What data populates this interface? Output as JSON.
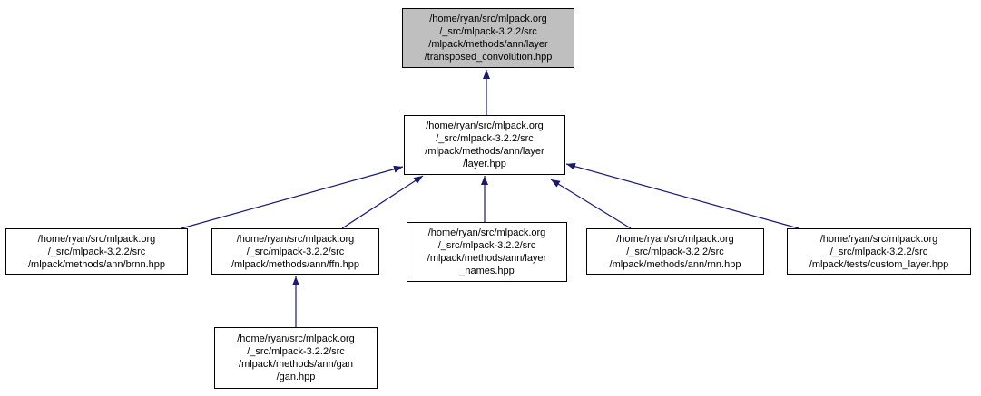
{
  "graph": {
    "edge_color": "#191970",
    "node_border_color": "#000000",
    "highlight_fill": "#bfbfbf",
    "background": "#ffffff",
    "highlighted_node": "transposed_convolution.hpp"
  },
  "nodes": [
    {
      "id": "transposed_convolution.hpp",
      "highlighted": true,
      "lines": [
        "/home/ryan/src/mlpack.org",
        "/_src/mlpack-3.2.2/src",
        "/mlpack/methods/ann/layer",
        "/transposed_convolution.hpp"
      ]
    },
    {
      "id": "layer.hpp",
      "highlighted": false,
      "lines": [
        "/home/ryan/src/mlpack.org",
        "/_src/mlpack-3.2.2/src",
        "/mlpack/methods/ann/layer",
        "/layer.hpp"
      ]
    },
    {
      "id": "brnn.hpp",
      "highlighted": false,
      "lines": [
        "/home/ryan/src/mlpack.org",
        "/_src/mlpack-3.2.2/src",
        "/mlpack/methods/ann/brnn.hpp"
      ]
    },
    {
      "id": "ffn.hpp",
      "highlighted": false,
      "lines": [
        "/home/ryan/src/mlpack.org",
        "/_src/mlpack-3.2.2/src",
        "/mlpack/methods/ann/ffn.hpp"
      ]
    },
    {
      "id": "layer_names.hpp",
      "highlighted": false,
      "lines": [
        "/home/ryan/src/mlpack.org",
        "/_src/mlpack-3.2.2/src",
        "/mlpack/methods/ann/layer",
        "_names.hpp"
      ]
    },
    {
      "id": "rnn.hpp",
      "highlighted": false,
      "lines": [
        "/home/ryan/src/mlpack.org",
        "/_src/mlpack-3.2.2/src",
        "/mlpack/methods/ann/rnn.hpp"
      ]
    },
    {
      "id": "custom_layer.hpp",
      "highlighted": false,
      "lines": [
        "/home/ryan/src/mlpack.org",
        "/_src/mlpack-3.2.2/src",
        "/mlpack/tests/custom_layer.hpp"
      ]
    },
    {
      "id": "gan.hpp",
      "highlighted": false,
      "lines": [
        "/home/ryan/src/mlpack.org",
        "/_src/mlpack-3.2.2/src",
        "/mlpack/methods/ann/gan",
        "/gan.hpp"
      ]
    }
  ],
  "edges": [
    {
      "from": "layer.hpp",
      "to": "transposed_convolution.hpp"
    },
    {
      "from": "brnn.hpp",
      "to": "layer.hpp"
    },
    {
      "from": "ffn.hpp",
      "to": "layer.hpp"
    },
    {
      "from": "layer_names.hpp",
      "to": "layer.hpp"
    },
    {
      "from": "rnn.hpp",
      "to": "layer.hpp"
    },
    {
      "from": "custom_layer.hpp",
      "to": "layer.hpp"
    },
    {
      "from": "gan.hpp",
      "to": "ffn.hpp"
    }
  ]
}
